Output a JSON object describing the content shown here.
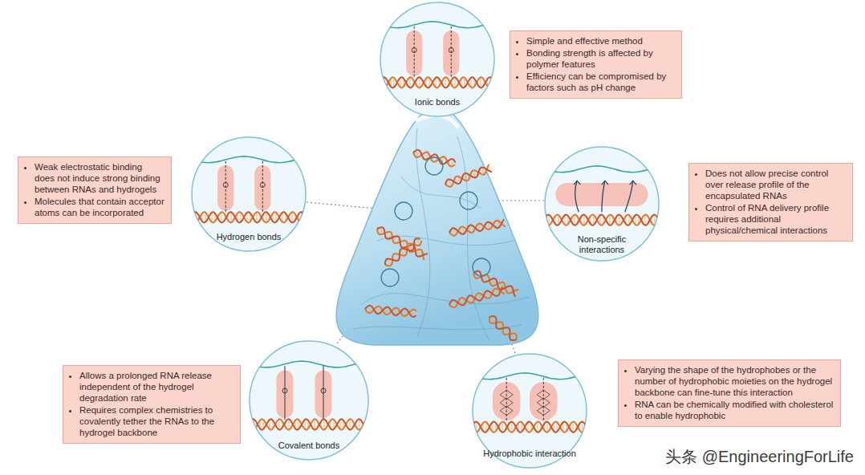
{
  "diagram": {
    "nodes": [
      {
        "text": [
          "Simple and effective method",
          "Bonding strength is affected by polymer features",
          "Efficiency can be compromised by factors such as pH change"
        ]
      },
      {
        "text": [
          "Ionic bonds"
        ]
      },
      {
        "text": [
          "Weak electrostatic binding does not induce strong binding between RNAs and hydrogels",
          "Molecules that contain acceptor atoms can be incorporated"
        ]
      },
      {
        "text": [
          "Hydrogen bonds"
        ]
      },
      {
        "text": [
          "Non-specific interactions"
        ]
      },
      {
        "text": [
          "Does not allow precise control over release profile of the encapsulated RNAs",
          "Control of RNA delivery profile requires additional physical/chemical interactions"
        ]
      },
      {
        "text": [
          "Allows a prolonged RNA release independent of the hydrogel degradation rate",
          "Requires complex chemistries to covalently tether the RNAs to the hydrogel backbone"
        ]
      },
      {
        "text": [
          "Covalent bonds"
        ]
      },
      {
        "text": [
          "Hydrophobic interaction"
        ]
      },
      {
        "text": [
          "Varying the shape of the hydrophobes or the number of hydrophobic moieties on the hydrogel backbone can fine-tune this interaction",
          "RNA can be chemically modified with cholesterol to enable hydrophobic"
        ]
      }
    ],
    "labels": [
      "头条 @EngineeringForLife"
    ]
  }
}
